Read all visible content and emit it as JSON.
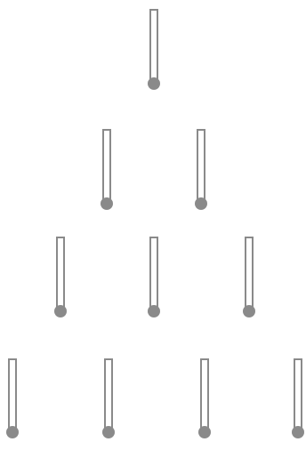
{
  "diagram": {
    "kind": "triangular-arrangement",
    "element_icon": "thermometer-icon",
    "rows": [
      {
        "count": 1
      },
      {
        "count": 2
      },
      {
        "count": 3
      },
      {
        "count": 4
      }
    ],
    "colors": {
      "tube_fill": "#ffffff",
      "tube_stroke": "#8a8a8a",
      "bulb_fill": "#8a8a8a"
    }
  }
}
